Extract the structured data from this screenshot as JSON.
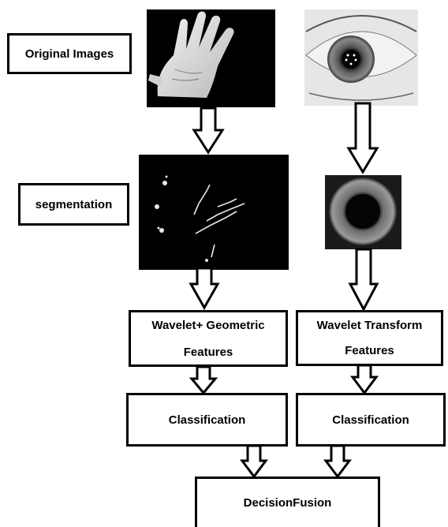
{
  "labels": {
    "original_images": "Original Images",
    "segmentation": "segmentation"
  },
  "left_branch": {
    "features_line1": "Wavelet+ Geometric",
    "features_line2": "Features",
    "classification": "Classification"
  },
  "right_branch": {
    "features_line1": "Wavelet Transform",
    "features_line2": "Features",
    "classification": "Classification"
  },
  "fusion": "DecisionFusion",
  "images": {
    "palm": "palm-image",
    "eye": "eye-image",
    "palm_segmented": "segmented-palm-lines-image",
    "iris_segmented": "segmented-iris-image"
  },
  "colors": {
    "ink": "#000000",
    "background": "#ffffff"
  }
}
